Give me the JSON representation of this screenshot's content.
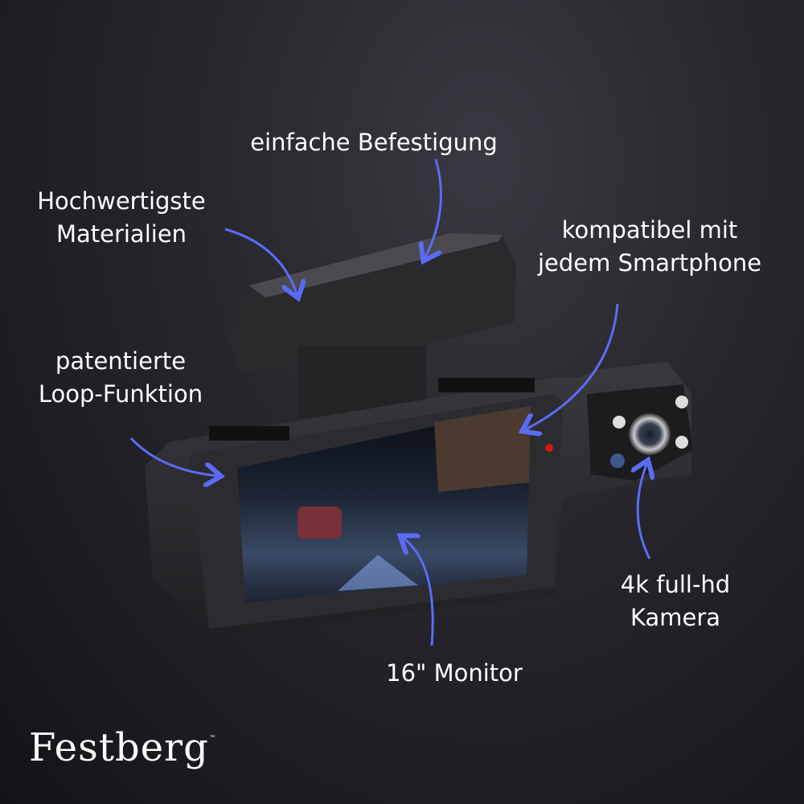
{
  "brand": {
    "name": "Festberg",
    "trademark": "™"
  },
  "features": {
    "mount": [
      "einfache Befestigung"
    ],
    "materials": [
      "Hochwertigste",
      "Materialien"
    ],
    "smartphone": [
      "kompatibel mit",
      "jedem Smartphone"
    ],
    "loop": [
      "patentierte",
      "Loop-Funktion"
    ],
    "camera": [
      "4k full-hd",
      "Kamera"
    ],
    "monitor": [
      "16\" Monitor"
    ]
  },
  "colors": {
    "arrow": "#5a6cf5",
    "background": "#222127"
  },
  "icons": [
    "arrow-icon"
  ]
}
